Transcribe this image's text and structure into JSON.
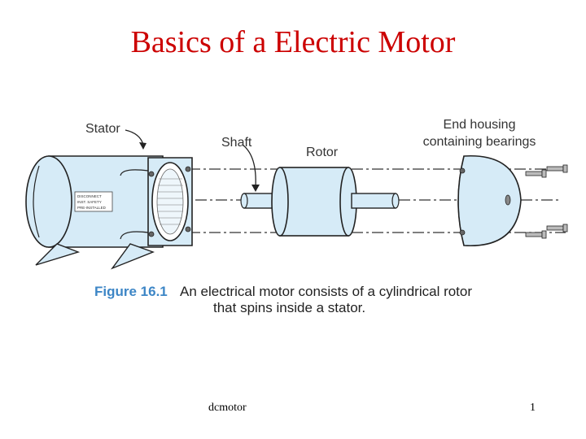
{
  "slide": {
    "title": "Basics of a Electric Motor",
    "footer_left": "dcmotor",
    "page_number": "1"
  },
  "figure": {
    "labels": {
      "stator": "Stator",
      "shaft": "Shaft",
      "rotor": "Rotor",
      "end_housing_line1": "End housing",
      "end_housing_line2": "containing bearings"
    },
    "nameplate_lines": [
      "DISCONNECT",
      "INST. SAFETY",
      "PRE-INSTALLED"
    ],
    "caption_number": "Figure 16.1",
    "caption_line1": "An electrical motor consists of a cylindrical rotor",
    "caption_line2": "that spins inside a stator."
  },
  "colors": {
    "title": "#cc0000",
    "part_fill": "#d6ebf7",
    "outline": "#222222",
    "caption_number": "#3d86c6"
  }
}
